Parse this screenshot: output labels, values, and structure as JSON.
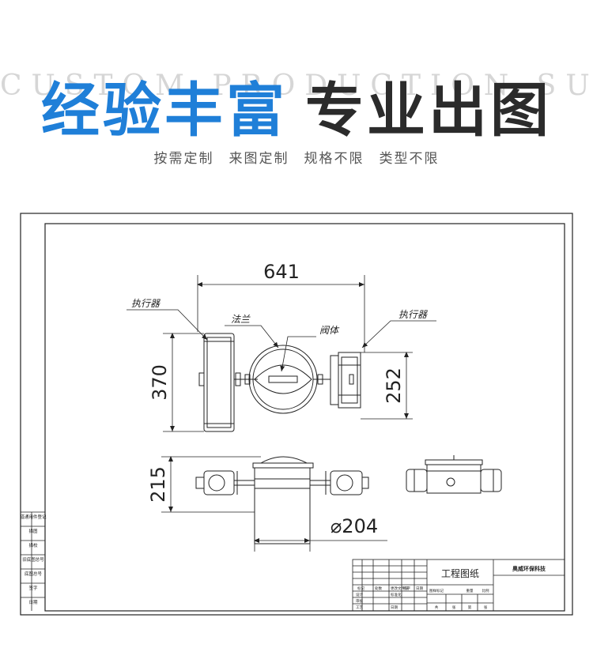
{
  "hero": {
    "watermark": "CUSTOM  PRODUCTION  SUPPORT",
    "headline_blue": "经验丰富",
    "headline_dark": "专业出图",
    "subline": "按需定制　来图定制　规格不限　类型不限"
  },
  "drawing": {
    "dim_width": "641",
    "dim_height_left": "370",
    "dim_height_right": "252",
    "dim_height_lower": "215",
    "dim_diameter": "⌀204",
    "label_actuator_left": "执行器",
    "label_flange": "法兰",
    "label_body": "阀体",
    "label_actuator_right": "执行器"
  },
  "title_block": {
    "title": "工程图纸",
    "company": "奥威环保科技",
    "row_labels": [
      "标记",
      "处数",
      "更改文件号",
      "签字",
      "日期"
    ],
    "sub_labels": [
      "设计",
      "标准化",
      "审核",
      "工艺"
    ],
    "stage_labels": [
      "图样标记",
      "重量",
      "比例"
    ],
    "sheet_labels": [
      "共",
      "张",
      "第",
      "张"
    ],
    "date_label": "日期"
  },
  "side_strip": {
    "labels": [
      "借通用件登记",
      "旧底图总号",
      "签字",
      "日期",
      "底图总号",
      "描图",
      "描校"
    ]
  }
}
